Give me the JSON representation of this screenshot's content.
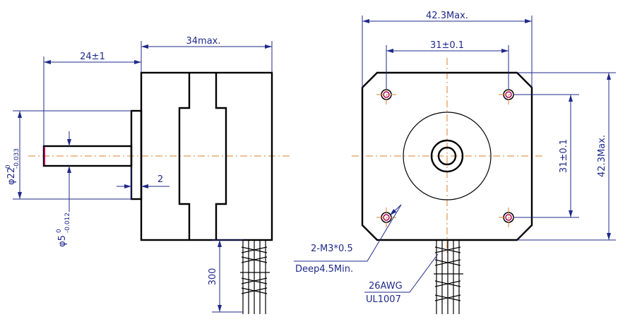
{
  "side_view": {
    "shaft_length": "24±1",
    "body_length": "34max.",
    "flange_thickness": "2",
    "shaft_dia_base": "φ22",
    "shaft_dia_tol_upper": "0",
    "shaft_dia_tol_lower": "-0.033",
    "shaft_dia2_base": "φ5",
    "shaft_dia2_tol_upper": "0",
    "shaft_dia2_tol_lower": "-0.012",
    "lead_length": "300"
  },
  "front_view": {
    "overall_width": "42.3Max.",
    "hole_spacing_h": "31±0.1",
    "hole_spacing_v": "31±0.1",
    "overall_height": "42.3Max.",
    "thread_note": "2-M3*0.5",
    "depth_note": "Deep4.5Min.",
    "wire_gauge": "26AWG",
    "wire_standard": "UL1007"
  },
  "colors": {
    "dimension": "#1f2a8a",
    "outline": "#000000",
    "centerline": "#d9822b",
    "hole": "#b0005a"
  }
}
